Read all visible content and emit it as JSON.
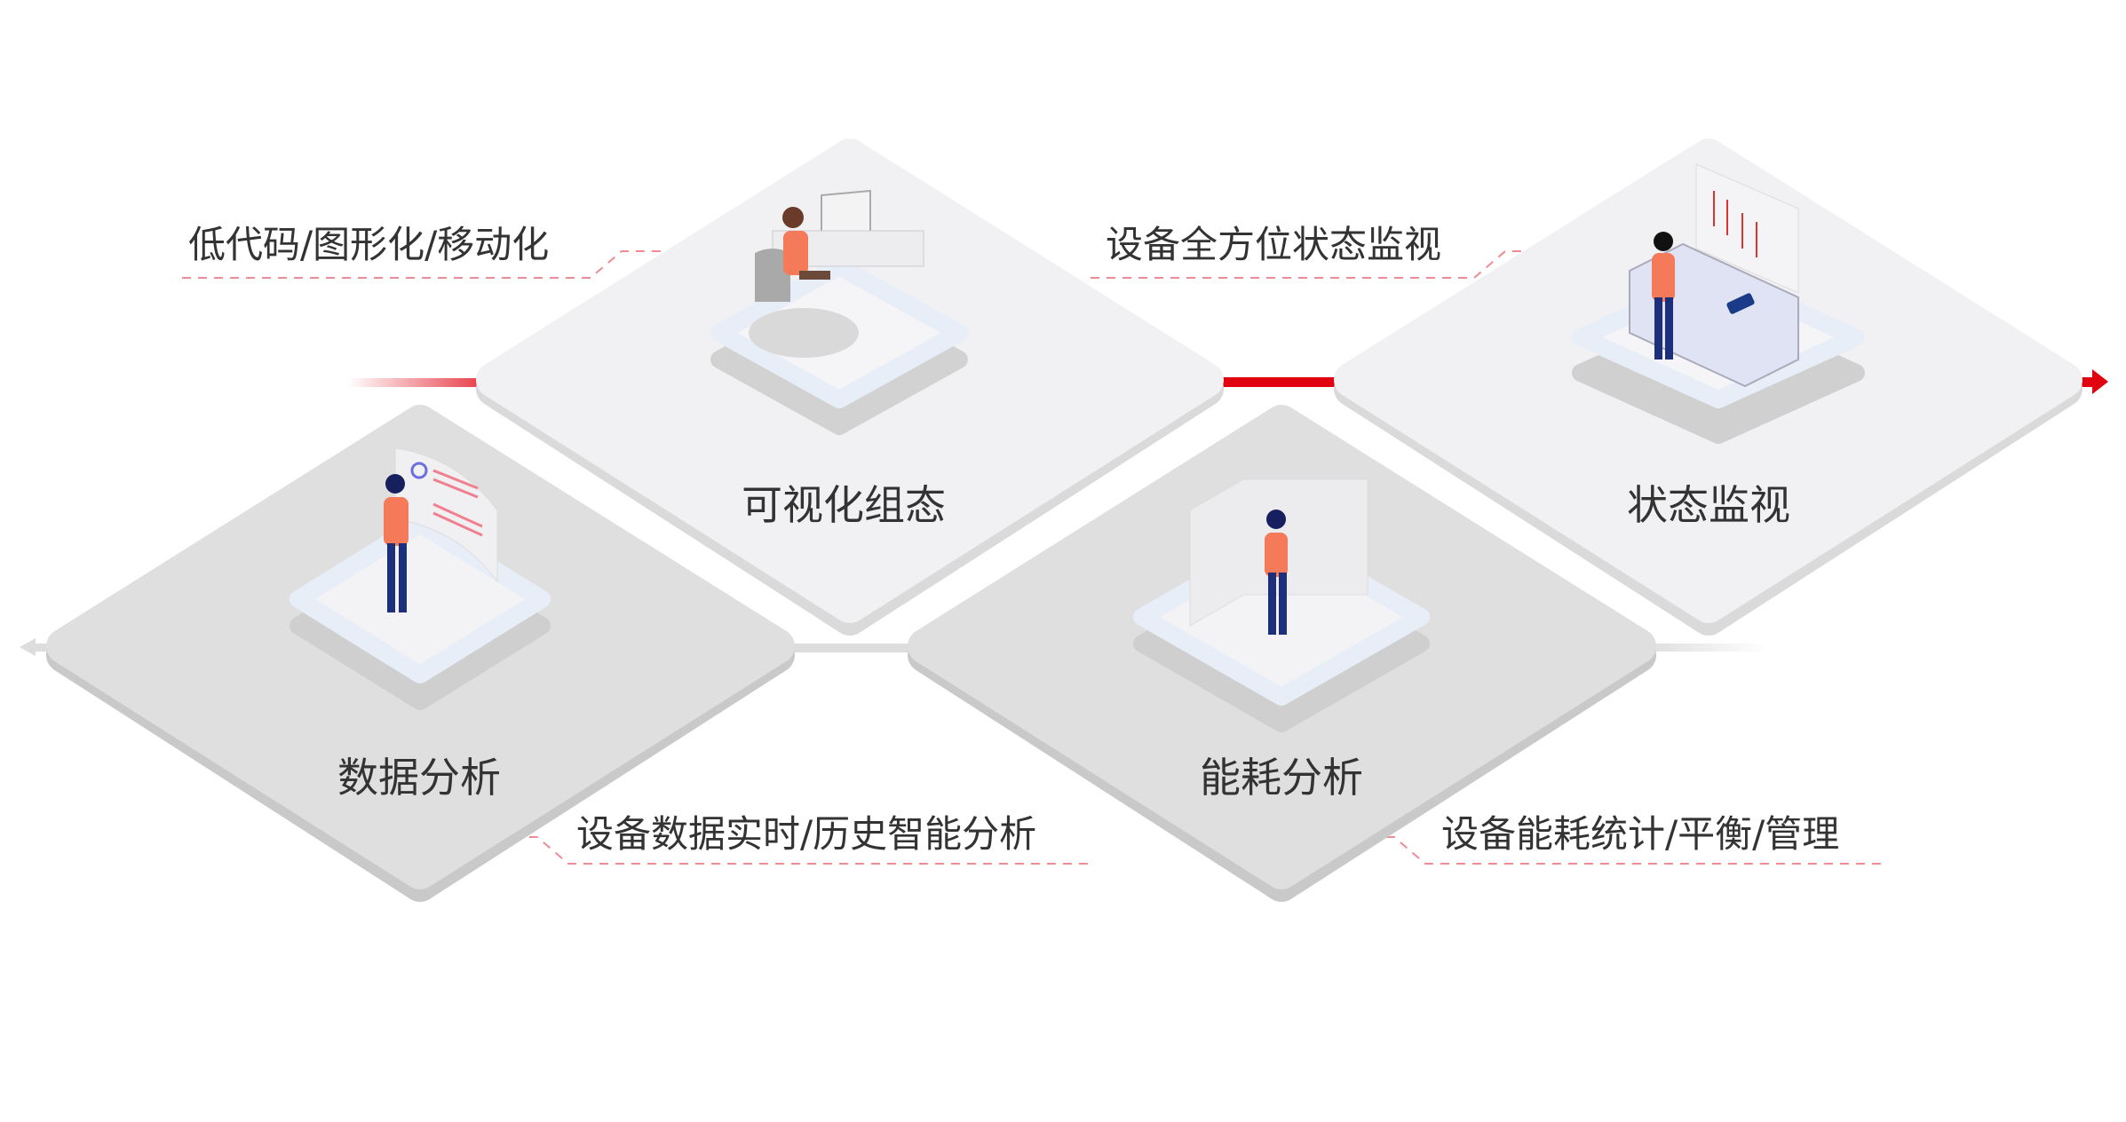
{
  "nodes": [
    {
      "label": "可视化组态",
      "description": "低代码/图形化/移动化"
    },
    {
      "label": "状态监视",
      "description": "设备全方位状态监视"
    },
    {
      "label": "数据分析",
      "description": "设备数据实时/历史智能分析"
    },
    {
      "label": "能耗分析",
      "description": "设备能耗统计/平衡/管理"
    }
  ],
  "colors": {
    "accent": "#e0000f",
    "top_tile": "#f1f1f3",
    "bottom_tile": "#dedede",
    "text": "#333333",
    "dash": "#f08a95"
  }
}
